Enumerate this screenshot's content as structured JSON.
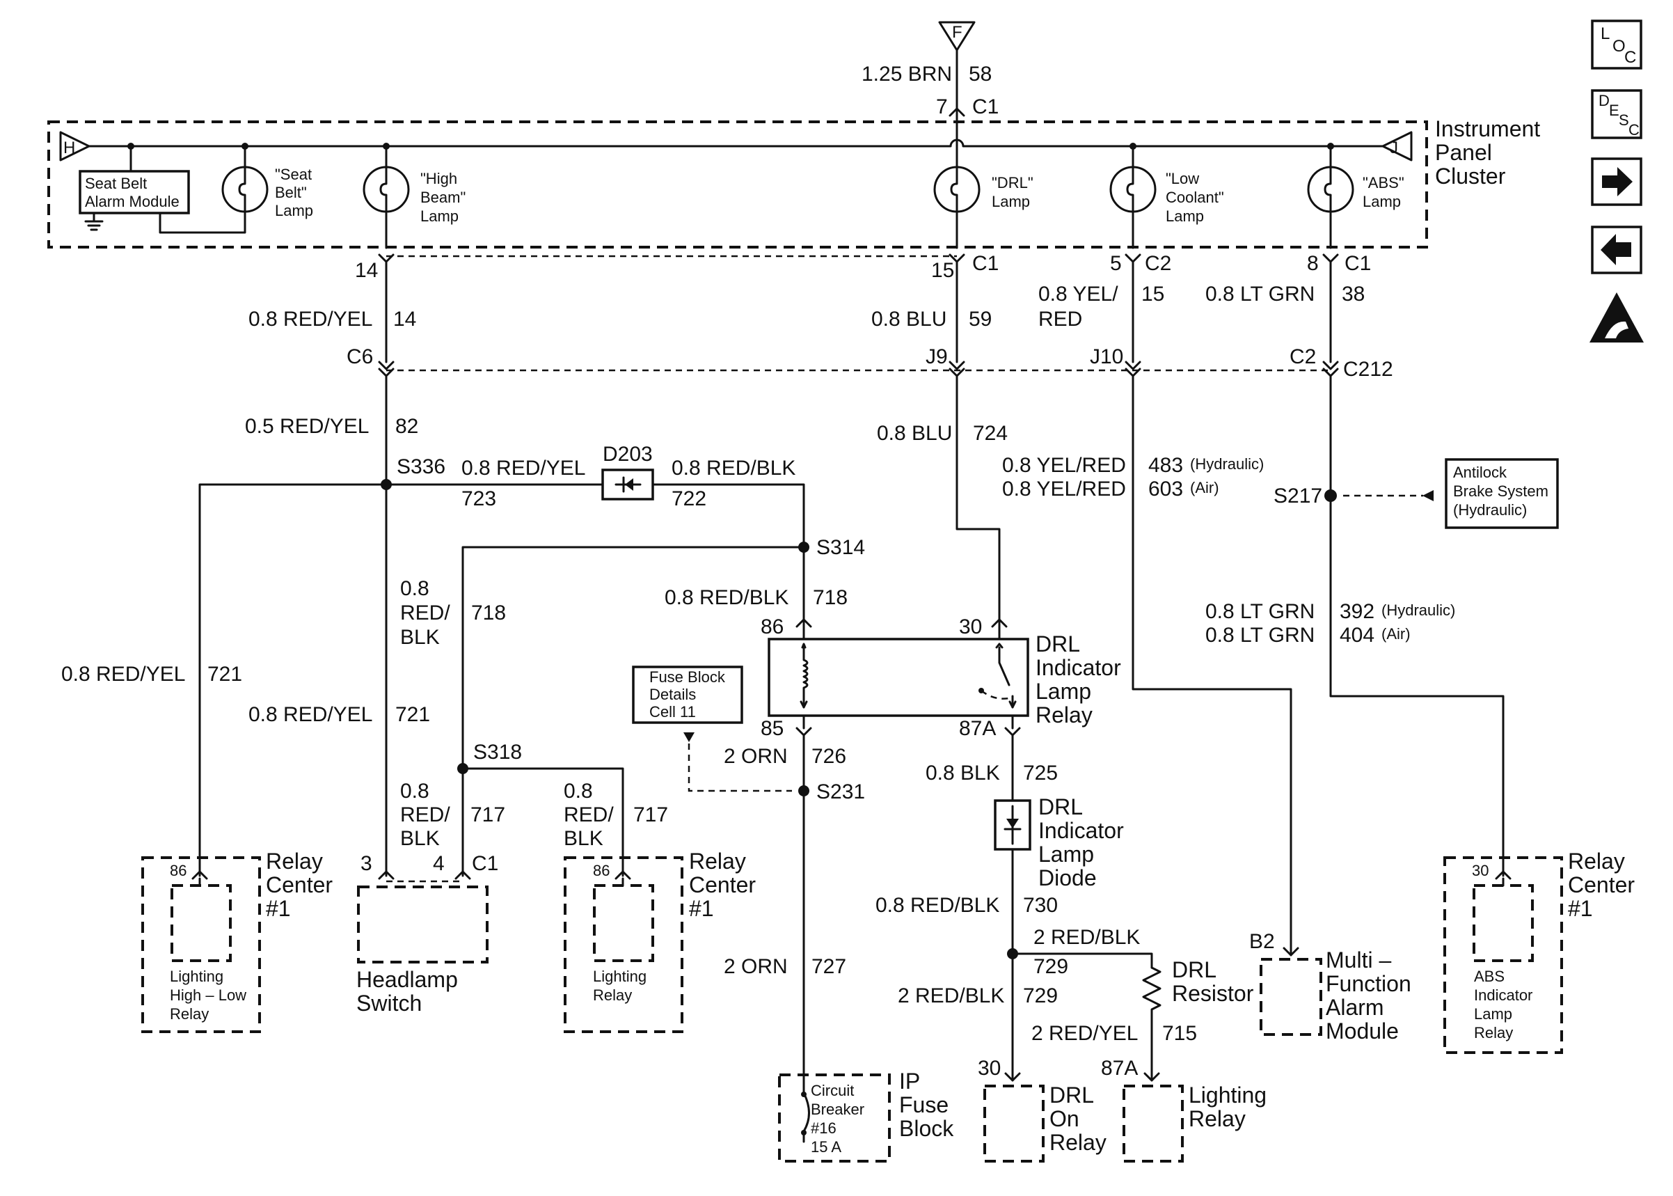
{
  "top": {
    "conn_f": "F",
    "gauge": "1.25 BRN",
    "circuit": "58",
    "pin": "7",
    "conn": "C1",
    "conn_h": "H",
    "conn_j": "J"
  },
  "cluster": {
    "name_1": "Instrument",
    "name_2": "Panel",
    "name_3": "Cluster",
    "seatbelt_module_1": "Seat Belt",
    "seatbelt_module_2": "Alarm Module",
    "lamp_seatbelt": [
      "\"Seat",
      "Belt\"",
      "Lamp"
    ],
    "lamp_highbeam": [
      "\"High",
      "Beam\"",
      "Lamp"
    ],
    "lamp_drl": [
      "\"DRL\"",
      "Lamp"
    ],
    "lamp_coolant": [
      "\"Low",
      "Coolant\"",
      "Lamp"
    ],
    "lamp_abs": [
      "\"ABS\"",
      "Lamp"
    ]
  },
  "pins": {
    "p14": "14",
    "p15": "15",
    "c1a": "C1",
    "p5": "5",
    "c2a": "C2",
    "p8": "8",
    "c1b": "C1"
  },
  "wires": {
    "w_hb_gauge": "0.8 RED/YEL",
    "w_hb_circ": "14",
    "w_drl_gauge": "0.8 BLU",
    "w_drl_circ": "59",
    "w_cool_gauge_1": "0.8 YEL/",
    "w_cool_gauge_2": "RED",
    "w_cool_circ": "15",
    "w_abs_gauge": "0.8 LT GRN",
    "w_abs_circ": "38",
    "c6": "C6",
    "j9": "J9",
    "j10": "J10",
    "c2b": "C2",
    "c212": "C212",
    "w82_gauge": "0.5  RED/YEL",
    "w82_circ": "82",
    "w724_gauge": "0.8 BLU",
    "w724_circ": "724",
    "w483_gauge": "0.8 YEL/RED",
    "w483_circ": "483",
    "w483_note": "(Hydraulic)",
    "w603_gauge": "0.8 YEL/RED",
    "w603_circ": "603",
    "w603_note": "(Air)",
    "s336": "S336",
    "w723_gauge": "0.8 RED/YEL",
    "w723_circ": "723",
    "d203": "D203",
    "w722_gauge": "0.8 RED/BLK",
    "w722_circ": "722",
    "s217": "S217",
    "abs_module": [
      "Antilock",
      "Brake System",
      "(Hydraulic)"
    ],
    "s314": "S314",
    "w718_gauge_1": "0.8",
    "w718_gauge_2": "RED/",
    "w718_gauge_3": "BLK",
    "w718_circ": "718",
    "w718b_gauge": "0.8 RED/BLK",
    "w718b_circ": "718",
    "w392_gauge": "0.8 LT GRN",
    "w392_circ": "392",
    "w392_note": "(Hydraulic)",
    "w404_gauge": "0.8 LT GRN",
    "w404_circ": "404",
    "w404_note": "(Air)",
    "w721a_gauge": "0.8 RED/YEL",
    "w721a_circ": "721",
    "w721b_gauge": "0.8 RED/YEL",
    "w721b_circ": "721",
    "s318": "S318",
    "w717a_1": "0.8",
    "w717a_2": "RED/",
    "w717a_3": "BLK",
    "w717a_circ": "717",
    "w717b_1": "0.8",
    "w717b_2": "RED/",
    "w717b_3": "BLK",
    "w717b_circ": "717",
    "w726_gauge": "2 ORN",
    "w726_circ": "726",
    "s231": "S231",
    "w725_gauge": "0.8 BLK",
    "w725_circ": "725",
    "w730_gauge": "0.8 RED/BLK",
    "w730_circ": "730",
    "w729a_gauge": "2 RED/BLK",
    "w729a_circ": "729",
    "w729b_gauge": "2 RED/BLK",
    "w729b_circ": "729",
    "w715_gauge": "2 RED/YEL",
    "w715_circ": "715",
    "w727_gauge": "2 ORN",
    "w727_circ": "727",
    "b2": "B2"
  },
  "relay": {
    "p86": "86",
    "p30": "30",
    "p85": "85",
    "p87a": "87A",
    "name": [
      "DRL",
      "Indicator",
      "Lamp",
      "Relay"
    ]
  },
  "fuse_details": [
    "Fuse Block",
    "Details",
    "Cell 11"
  ],
  "diode": {
    "name": [
      "DRL",
      "Indicator",
      "Lamp",
      "Diode"
    ]
  },
  "resistor": {
    "name": [
      "DRL",
      "Resistor"
    ]
  },
  "components": {
    "rc1": {
      "pin": "86",
      "name": [
        "Lighting",
        "High – Low",
        "Relay"
      ],
      "center": [
        "Relay",
        "Center",
        "#1"
      ]
    },
    "hs": {
      "pin3": "3",
      "pin4": "4",
      "conn": "C1",
      "name": [
        "Headlamp",
        "Switch"
      ]
    },
    "rc2": {
      "pin": "86",
      "name": [
        "Lighting",
        "Relay"
      ],
      "center": [
        "Relay",
        "Center",
        "#1"
      ]
    },
    "rc3": {
      "pin": "30",
      "name": [
        "ABS",
        "Indicator",
        "Lamp",
        "Relay"
      ],
      "center": [
        "Relay",
        "Center",
        "#1"
      ]
    },
    "cb": {
      "name": [
        "Circuit",
        "Breaker",
        "#16",
        "15 A"
      ],
      "block": [
        "IP",
        "Fuse",
        "Block"
      ]
    },
    "drl_on": {
      "pin": "30",
      "name": [
        "DRL",
        "On",
        "Relay"
      ]
    },
    "lighting": {
      "pin": "87A",
      "name": [
        "Lighting",
        "Relay"
      ]
    },
    "mfam": {
      "name": [
        "Multi –",
        "Function",
        "Alarm",
        "Module"
      ]
    }
  },
  "side_icons": {
    "loc": [
      "L",
      "O",
      "C"
    ],
    "desc": [
      "D",
      "E",
      "S",
      "C"
    ]
  }
}
